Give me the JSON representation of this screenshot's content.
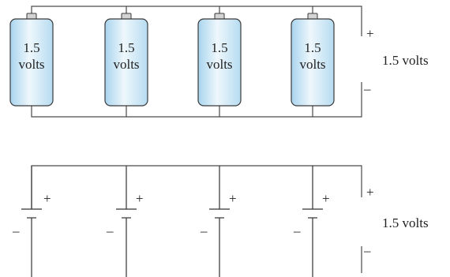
{
  "colors": {
    "battery_fill_light": "#eef7fc",
    "battery_fill_mid": "#c9e6f6",
    "battery_fill_dark": "#a8d4ee",
    "battery_outline": "#3a3a3a",
    "terminal_cap": "#d4d4d4",
    "wire": "#4a4a4a"
  },
  "top_diagram": {
    "batteries": [
      {
        "line1": "1.5",
        "line2": "volts"
      },
      {
        "line1": "1.5",
        "line2": "volts"
      },
      {
        "line1": "1.5",
        "line2": "volts"
      },
      {
        "line1": "1.5",
        "line2": "volts"
      }
    ],
    "plus_sign": "+",
    "minus_sign": "–",
    "output_label": "1.5 volts"
  },
  "bottom_diagram": {
    "cells": [
      {
        "plus": "+",
        "minus": "–"
      },
      {
        "plus": "+",
        "minus": "–"
      },
      {
        "plus": "+",
        "minus": "–"
      },
      {
        "plus": "+",
        "minus": "–"
      }
    ],
    "plus_sign": "+",
    "minus_sign": "–",
    "output_label": "1.5 volts"
  }
}
